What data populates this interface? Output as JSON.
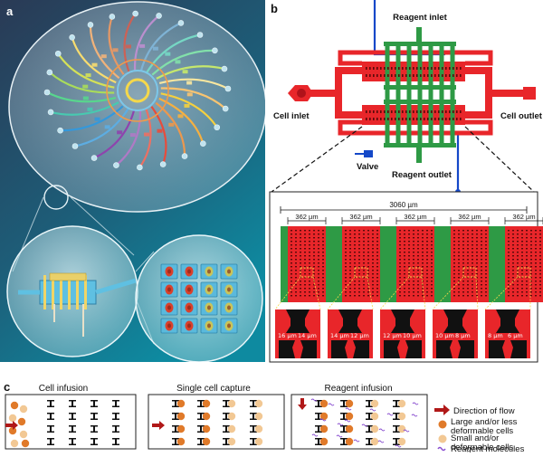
{
  "panels": {
    "a": {
      "label": "a"
    },
    "b": {
      "label": "b",
      "labels": {
        "reagent_inlet": "Reagent  inlet",
        "cell_inlet": "Cell inlet",
        "cell_outlet": "Cell outlet",
        "valve": "Valve",
        "reagent_outlet": "Reagent  outlet"
      },
      "total_width": "3060 µm",
      "segment_widths": [
        "362 µm",
        "362 µm",
        "362 µm",
        "362 µm",
        "362 µm"
      ],
      "micro_tiles": [
        {
          "left": "16 µm",
          "right": "14 µm"
        },
        {
          "left": "14 µm",
          "right": "12 µm"
        },
        {
          "left": "12 µm",
          "right": "10 µm"
        },
        {
          "left": "10 µm",
          "right": "8 µm"
        },
        {
          "left": "8 µm",
          "right": "6 µm"
        }
      ]
    },
    "c": {
      "label": "c",
      "titles": [
        "Cell infusion",
        "Single cell capture",
        "Reagent  infusion"
      ],
      "legend": {
        "flow": "Direction of flow",
        "large": "Large and/or less deformable cells",
        "small": "Small and/or deformable cells",
        "reagent": "Reagent molecules"
      }
    }
  },
  "colors": {
    "channel_red": "#e8262a",
    "reagent_green": "#2e9a45",
    "valve_blue": "#1448c8",
    "cell_orange": "#e07a2a",
    "cell_beige": "#f2c894",
    "flow_arrow": "#b01818",
    "reagent_purple": "#8a4fd0"
  }
}
